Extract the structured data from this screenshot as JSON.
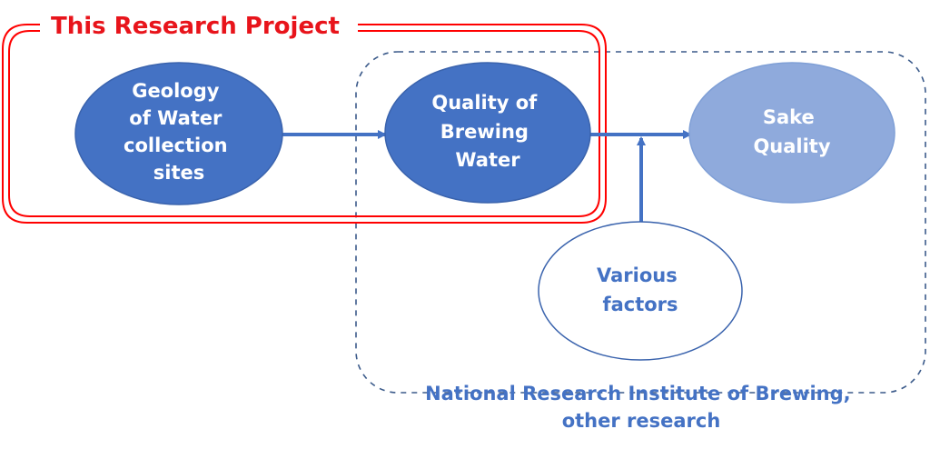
{
  "project": {
    "title": "This Research Project"
  },
  "nodes": {
    "geology": {
      "lines": [
        "Geology",
        "of Water",
        "collection",
        "sites"
      ]
    },
    "brewing_water": {
      "lines": [
        "Quality of",
        "Brewing",
        "Water"
      ]
    },
    "sake": {
      "lines": [
        "Sake",
        "Quality"
      ]
    },
    "factors": {
      "lines": [
        "Various",
        "factors"
      ]
    }
  },
  "external": {
    "caption_lines": [
      "National Research Institute of Brewing,",
      "other research"
    ]
  },
  "colors": {
    "project_frame": "#ff0000",
    "project_title": "#e8141b",
    "external_frame": "#3b5a8a",
    "primary_fill": "#4472c4",
    "light_fill": "#8faadc",
    "node_stroke": "#3a63ad",
    "node_text_light": "#ffffff",
    "factors_text": "#4472c4",
    "caption_text": "#4472c4",
    "arrow": "#4472c4"
  }
}
